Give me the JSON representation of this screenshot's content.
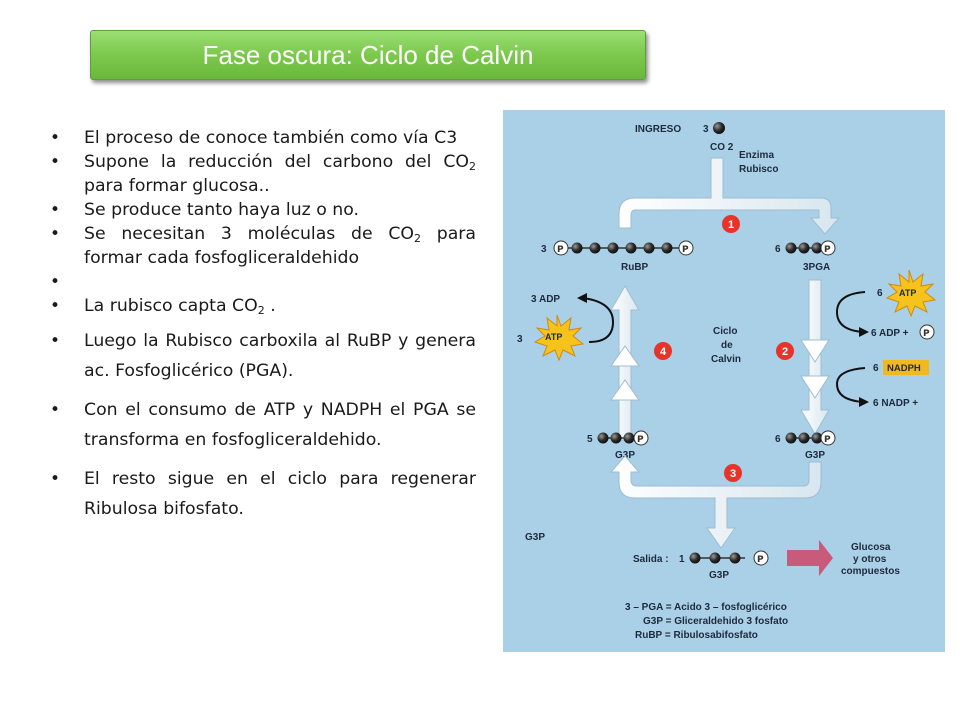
{
  "slide": {
    "title": "Fase oscura: Ciclo de Calvin",
    "bullets_top": [
      {
        "pre": "El proceso de conoce también como vía C3",
        "sub": "",
        "post": ""
      },
      {
        "pre": "Supone la reducción del carbono del CO",
        "sub": "2",
        "post": " para formar glucosa.."
      },
      {
        "pre": "Se produce tanto haya luz o no.",
        "sub": "",
        "post": ""
      },
      {
        "pre": "Se necesitan 3 moléculas de CO",
        "sub": "2",
        "post": " para formar  cada fosfogliceraldehido"
      }
    ],
    "bullets_bottom": [
      {
        "pre": "La rubisco capta CO",
        "sub": "2",
        "post": " ."
      },
      {
        "pre": "Luego la Rubisco carboxila al RuBP y genera ac. Fosfoglicérico (PGA).",
        "sub": "",
        "post": ""
      },
      {
        "pre": "Con el consumo  de ATP y NADPH el PGA se transforma en fosfogliceraldehido.",
        "sub": "",
        "post": ""
      },
      {
        "pre": "El resto  sigue en el ciclo para  regenerar Ribulosa bifosfato.",
        "sub": "",
        "post": ""
      }
    ]
  },
  "diagram": {
    "ingreso": "INGRESO",
    "ingreso_count": "3",
    "co2": "CO 2",
    "enzima": "Enzima",
    "rubisco": "Rubisco",
    "step1": "1",
    "step2": "2",
    "step3": "3",
    "step4": "4",
    "rubp_count": "3",
    "rubp": "RuBP",
    "pga_count": "6",
    "pga": "3PGA",
    "adp_left": "3 ADP",
    "atp_left_count": "3",
    "atp": "ATP",
    "atp_right_count": "6",
    "adp_right": "6 ADP +",
    "nadph_count": "6",
    "nadph": "NADPH",
    "nadp": "6 NADP +",
    "p": "P",
    "ciclo1": "Ciclo",
    "ciclo2": "de",
    "ciclo3": "Calvin",
    "g3p_left_count": "5",
    "g3p": "G3P",
    "g3p_right_count": "6",
    "g3p_exit_label": "G3P",
    "salida": "Salida :",
    "salida_count": "1",
    "glucosa1": "Glucosa",
    "glucosa2": "y otros",
    "glucosa3": "compuestos",
    "legend1": "3 – PGA = Acido 3 – fosfoglicérico",
    "legend2": "G3P = Gliceraldehido 3 fosfato",
    "legend3": "RuBP = Ribulosabifosfato",
    "colors": {
      "title_green": "#7cc84c",
      "figure_bg": "#aad0e8",
      "arrow_white": "#ffffff",
      "step_red": "#e8332a",
      "atp_yellow": "#f6c21c",
      "nadph_box": "#f2b81e",
      "exit_arrow": "#c85a7c"
    }
  }
}
